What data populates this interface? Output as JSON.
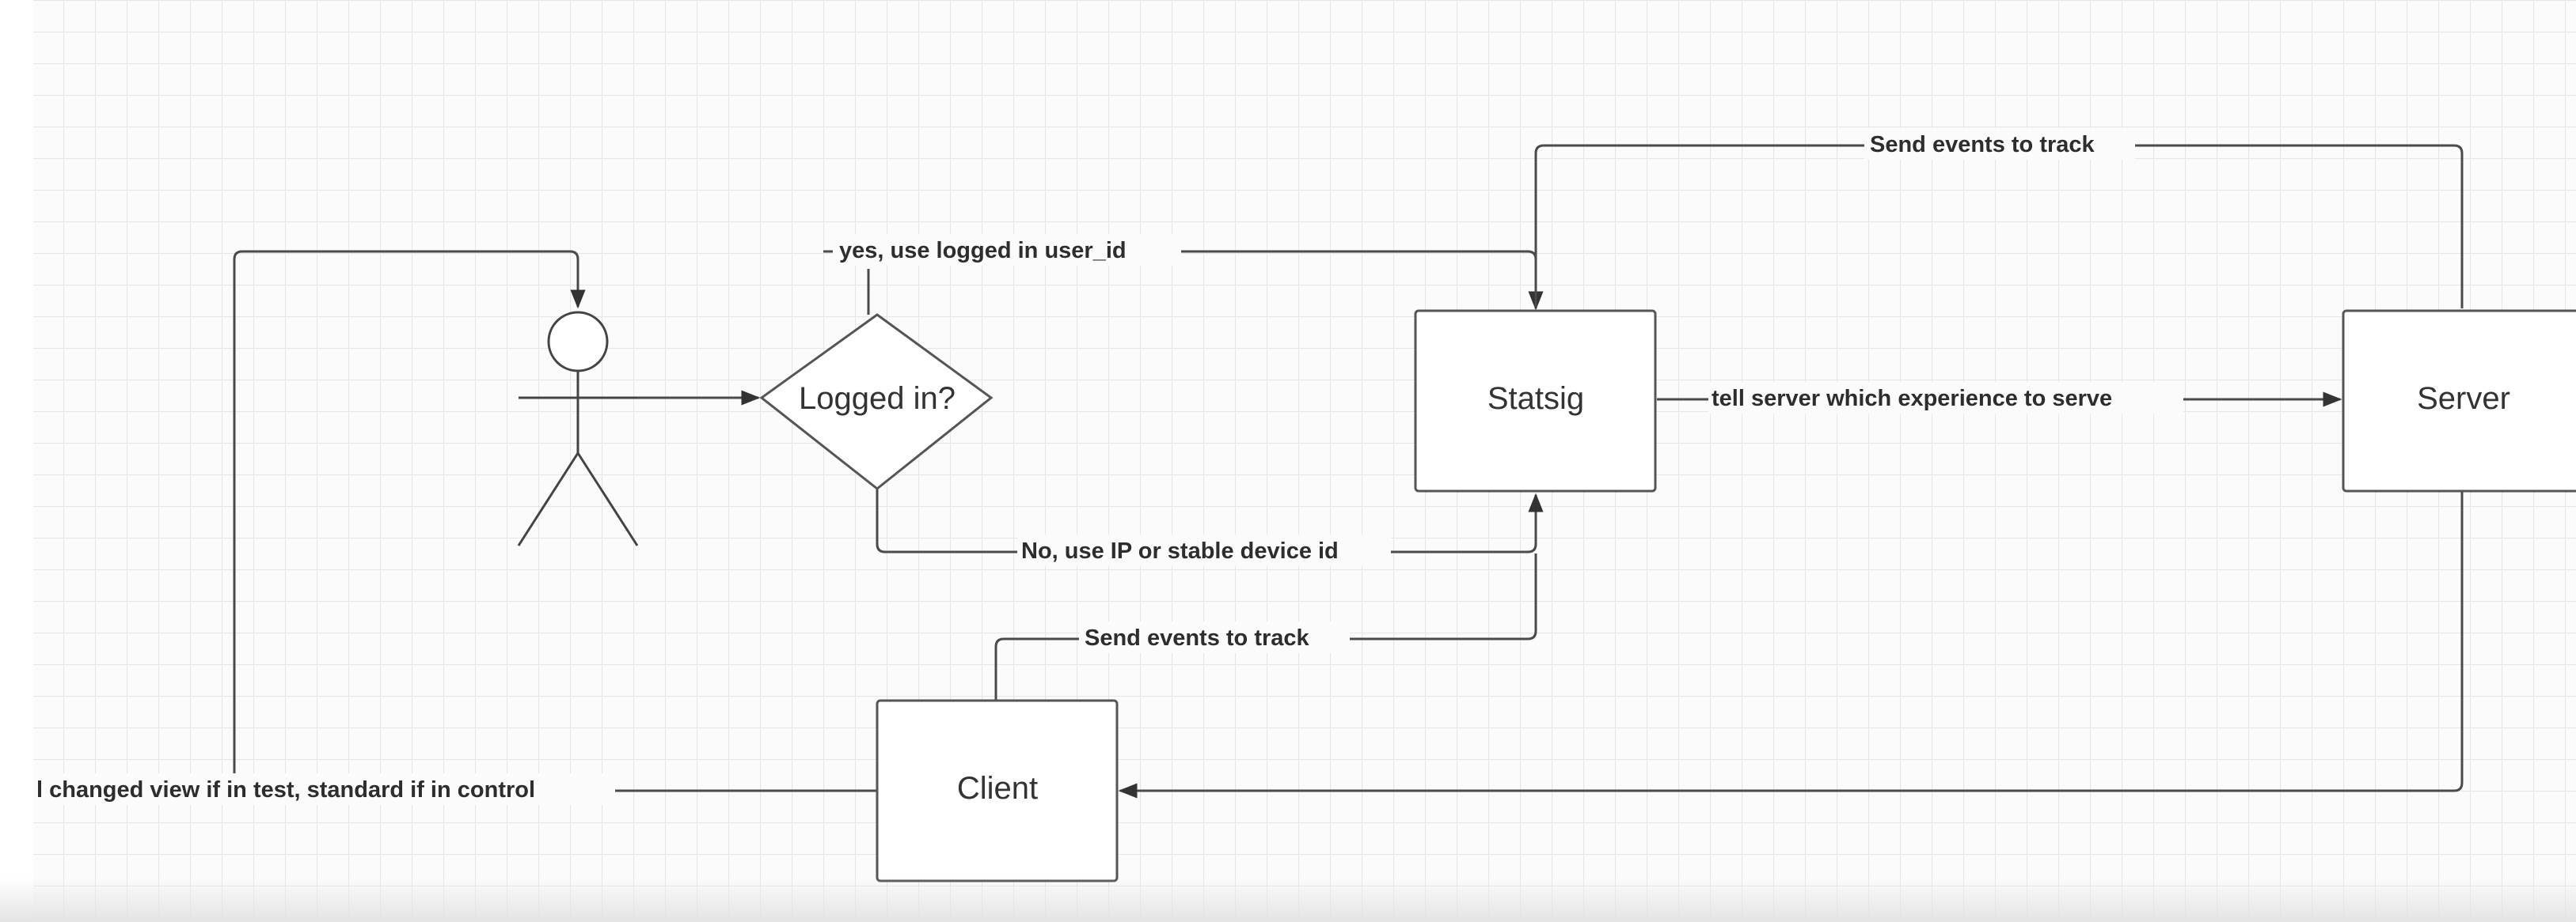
{
  "nodes": {
    "decision": "Logged in?",
    "statsig": "Statsig",
    "server": "Server",
    "client": "Client"
  },
  "edges": {
    "logged_in_yes": "yes, use logged in user_id",
    "logged_in_no": "No, use IP or stable device id",
    "server_events": "Send events to track",
    "client_events": "Send events to track",
    "statsig_to_server": "tell server which experience to serve",
    "client_to_user": "l changed view if in test, standard if in control"
  },
  "colors": {
    "background": "#fbfbfb",
    "grid": "#e6e6e6",
    "line": "#4a4a4a",
    "text": "#2d2d2d"
  }
}
